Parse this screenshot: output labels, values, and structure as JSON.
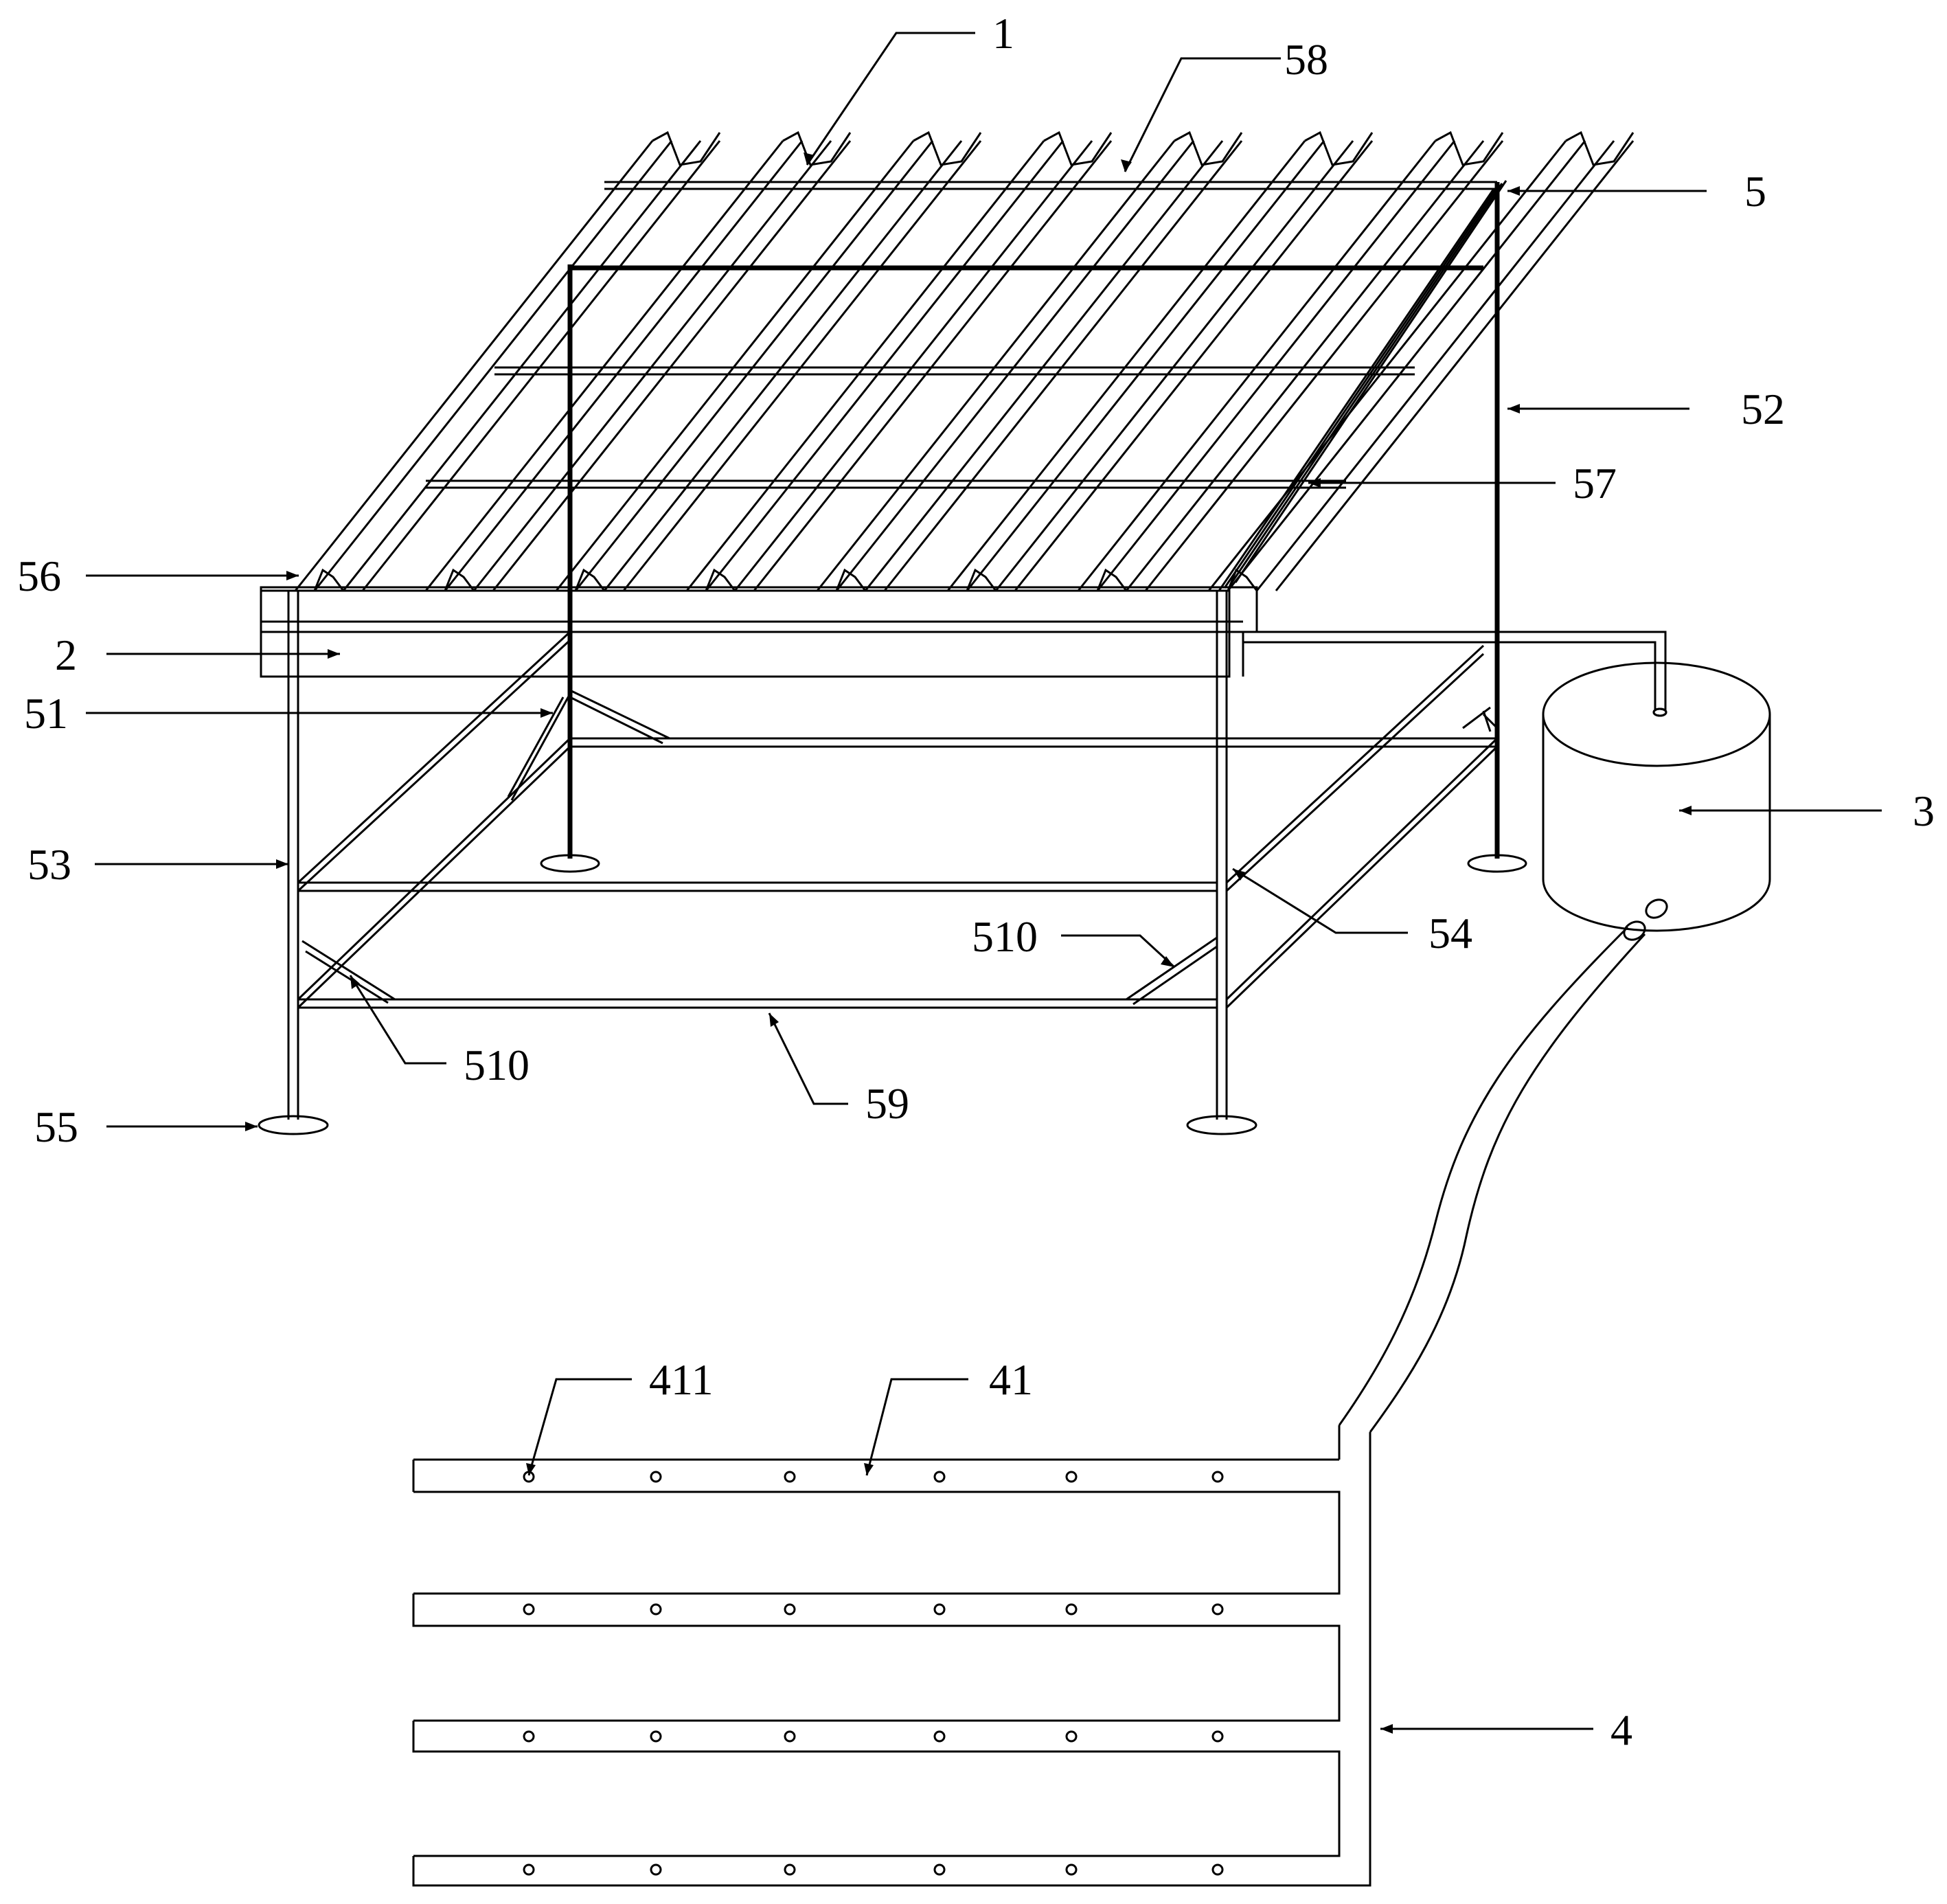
{
  "figure": {
    "labels": [
      {
        "id": "lbl-1",
        "text": "1"
      },
      {
        "id": "lbl-58",
        "text": "58"
      },
      {
        "id": "lbl-5",
        "text": "5"
      },
      {
        "id": "lbl-52",
        "text": "52"
      },
      {
        "id": "lbl-57",
        "text": "57"
      },
      {
        "id": "lbl-56",
        "text": "56"
      },
      {
        "id": "lbl-2",
        "text": "2"
      },
      {
        "id": "lbl-51",
        "text": "51"
      },
      {
        "id": "lbl-3",
        "text": "3"
      },
      {
        "id": "lbl-53",
        "text": "53"
      },
      {
        "id": "lbl-54",
        "text": "54"
      },
      {
        "id": "lbl-510a",
        "text": "510"
      },
      {
        "id": "lbl-510b",
        "text": "510"
      },
      {
        "id": "lbl-59",
        "text": "59"
      },
      {
        "id": "lbl-55",
        "text": "55"
      },
      {
        "id": "lbl-411",
        "text": "411"
      },
      {
        "id": "lbl-41",
        "text": "41"
      },
      {
        "id": "lbl-4",
        "text": "4"
      }
    ]
  }
}
